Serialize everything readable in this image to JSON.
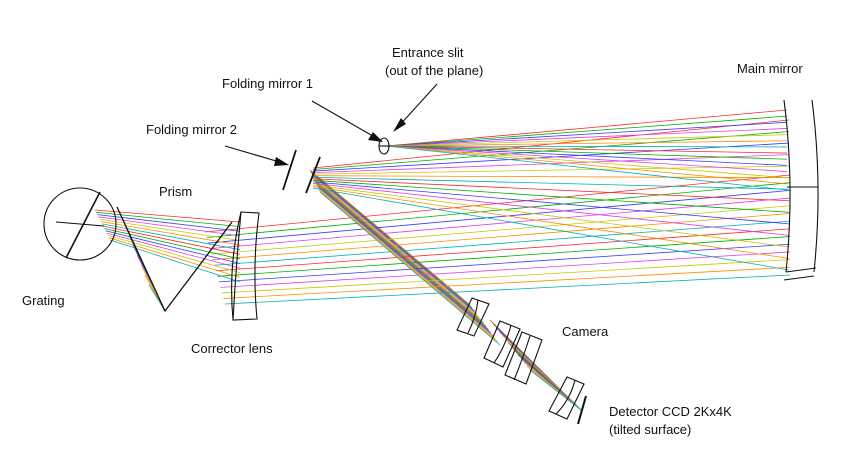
{
  "labels": {
    "entrance_slit": [
      "Entrance slit",
      "(out of the plane)"
    ],
    "main_mirror": "Main mirror",
    "folding_mirror_1": "Folding mirror 1",
    "folding_mirror_2": "Folding mirror 2",
    "prism": "Prism",
    "grating": "Grating",
    "corrector_lens": "Corrector lens",
    "camera": "Camera",
    "detector": [
      "Detector CCD 2Kx4K",
      "(tilted surface)"
    ]
  },
  "ray_colors": [
    "#ff2a2a",
    "#00b000",
    "#3a3aff",
    "#e040e0",
    "#c8c800",
    "#ff8c00",
    "#00b0b0"
  ]
}
